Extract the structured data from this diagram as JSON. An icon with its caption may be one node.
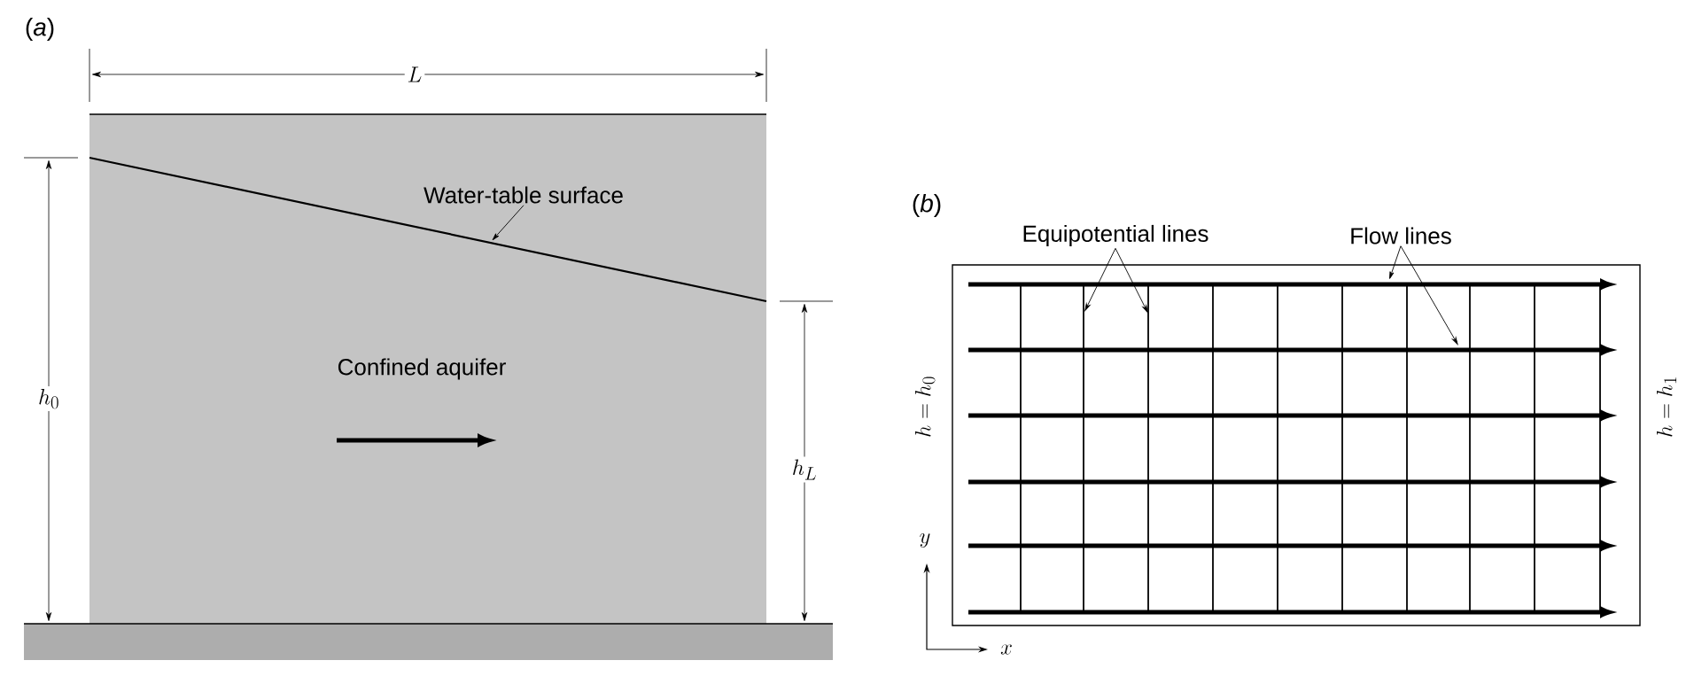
{
  "diagram": {
    "nodes": [
      {
        "text": [
          "Confined aquifer"
        ]
      },
      {
        "text": [
          "Water-table surface"
        ],
        "in": 0
      },
      {
        "text": [
          "Equipotential lines"
        ]
      },
      {
        "text": [
          "Flow lines"
        ]
      }
    ],
    "edges": [
      {
        "from": 1,
        "to": null,
        "arrow": "to"
      },
      {
        "from": 2,
        "to": null,
        "arrow": "to"
      },
      {
        "from": 2,
        "to": null,
        "arrow": "to"
      },
      {
        "from": 3,
        "to": null,
        "arrow": "to"
      },
      {
        "from": 3,
        "to": null,
        "arrow": "to"
      }
    ],
    "labels": [
      "(*a*)",
      "L",
      "h_0",
      "h_L",
      "(*b*)",
      "h = h_0",
      "h = h_1",
      "y",
      "x"
    ]
  }
}
